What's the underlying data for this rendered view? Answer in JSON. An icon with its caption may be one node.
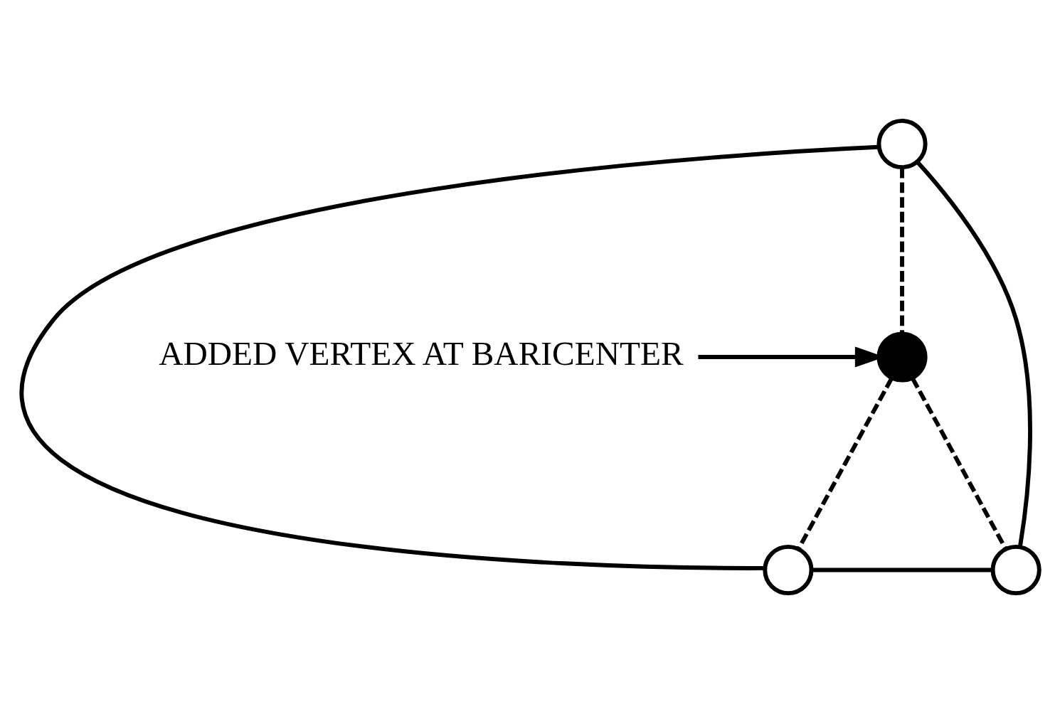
{
  "diagram": {
    "nodes": [
      {
        "text": [],
        "shape": "circle"
      },
      {
        "text": [],
        "shape": "circle"
      },
      {
        "text": [],
        "shape": "circle"
      },
      {
        "text": [],
        "shape": "circle"
      },
      {
        "text": [
          "ADDED VERTEX AT BARICENTER"
        ]
      }
    ],
    "edges": [
      {
        "from": 0,
        "to": 1,
        "arrow": "none"
      },
      {
        "from": 0,
        "to": 2,
        "arrow": "none"
      },
      {
        "from": 1,
        "to": 2,
        "arrow": "none"
      },
      {
        "from": 0,
        "to": 3,
        "arrow": "none",
        "style": "dashed"
      },
      {
        "from": 3,
        "to": 1,
        "arrow": "none",
        "style": "dashed"
      },
      {
        "from": 3,
        "to": 2,
        "arrow": "none",
        "style": "dashed"
      },
      {
        "from": 4,
        "to": 3,
        "arrow": "to"
      }
    ]
  }
}
